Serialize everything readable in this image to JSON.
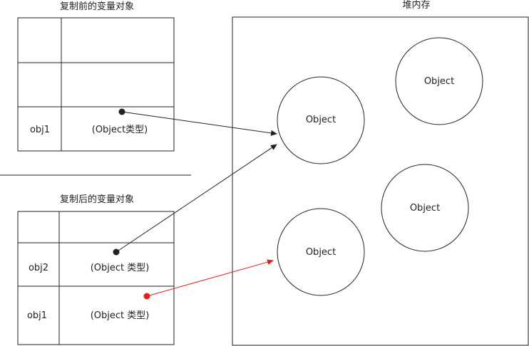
{
  "before": {
    "title": "复制前的变量对象",
    "rows": [
      {
        "name": "",
        "value": ""
      },
      {
        "name": "",
        "value": ""
      },
      {
        "name": "obj1",
        "value": "(Object类型)"
      }
    ]
  },
  "after": {
    "title": "复制后的变量对象",
    "rows": [
      {
        "name": "",
        "value": ""
      },
      {
        "name": "obj2",
        "value": "(Object 类型)"
      },
      {
        "name": "obj1",
        "value": "(Object 类型)"
      }
    ]
  },
  "heap": {
    "title": "堆内存",
    "objects": [
      {
        "label": "Object"
      },
      {
        "label": "Object"
      },
      {
        "label": "Object"
      },
      {
        "label": "Object"
      }
    ]
  },
  "colors": {
    "line": "#222222",
    "pointer_black": "#222222",
    "pointer_red": "#e02020"
  }
}
